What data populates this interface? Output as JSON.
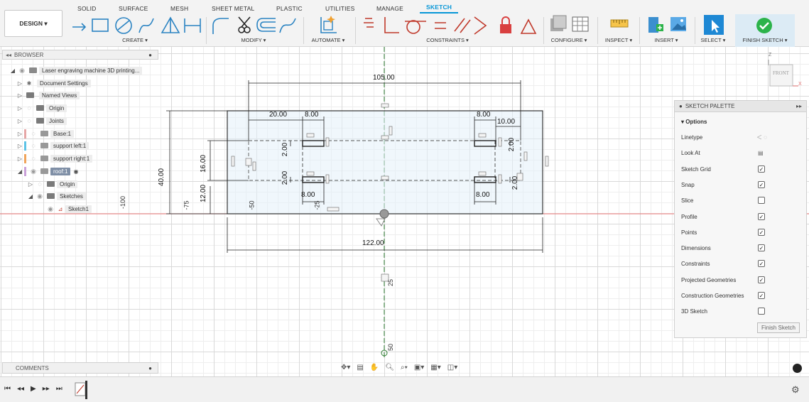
{
  "toolbar": {
    "tabs": [
      "SOLID",
      "SURFACE",
      "MESH",
      "SHEET METAL",
      "PLASTIC",
      "UTILITIES",
      "MANAGE",
      "SKETCH"
    ],
    "active_tab": "SKETCH",
    "workspace_label": "DESIGN ▾",
    "groups": {
      "create": "CREATE ▾",
      "modify": "MODIFY ▾",
      "automate": "AUTOMATE ▾",
      "constraints": "CONSTRAINTS ▾",
      "configure": "CONFIGURE ▾",
      "inspect": "INSPECT ▾",
      "insert": "INSERT ▾",
      "select": "SELECT ▾",
      "finish_sketch": "FINISH SKETCH ▾"
    },
    "accent_color": "#0696d7",
    "finish_color": "#2cb34a"
  },
  "browser": {
    "title": "BROWSER",
    "items": [
      {
        "label": "Laser engraving machine 3D printing...",
        "icon": "document-icon"
      },
      {
        "label": "Document Settings",
        "icon": "gear-icon"
      },
      {
        "label": "Named Views",
        "icon": "folder-icon"
      },
      {
        "label": "Origin",
        "icon": "folder-icon"
      },
      {
        "label": "Joints",
        "icon": "folder-icon"
      },
      {
        "label": "Base:1",
        "icon": "component-icon"
      },
      {
        "label": "support left:1",
        "icon": "component-icon"
      },
      {
        "label": "support right:1",
        "icon": "component-icon"
      },
      {
        "label": "roof:1",
        "icon": "component-icon"
      },
      {
        "label": "Origin",
        "icon": "folder-icon"
      },
      {
        "label": "Sketches",
        "icon": "folder-icon"
      },
      {
        "label": "Sketch1",
        "icon": "sketch-icon"
      }
    ]
  },
  "comments": {
    "title": "COMMENTS"
  },
  "viewcube": {
    "face": "FRONT",
    "axis_z": "Z",
    "axis_x": "X"
  },
  "sketch": {
    "dims": {
      "d105": "105.00",
      "d122": "122.00",
      "d20": "20.00",
      "d8_tl": "8.00",
      "d8_tr": "8.00",
      "d10": "10.00",
      "d40": "40.00",
      "d16": "16.00",
      "d12": "12.00",
      "d2_l1": "2.00",
      "d2_l2": "2.00",
      "d2_r1": "2.00",
      "d2_r2": "2.00",
      "d8_bl": "8.00",
      "d8_br": "8.00"
    },
    "ruler": {
      "n100": "-100",
      "n75": "-75",
      "n50": "-50",
      "n25": "-25",
      "p25": "25",
      "p50": "50"
    }
  },
  "palette": {
    "title": "SKETCH PALETTE",
    "section": "▾ Options",
    "rows": [
      {
        "label": "Linetype",
        "type": "icons"
      },
      {
        "label": "Look At",
        "type": "icon"
      },
      {
        "label": "Sketch Grid",
        "checked": true
      },
      {
        "label": "Snap",
        "checked": true
      },
      {
        "label": "Slice",
        "checked": false
      },
      {
        "label": "Profile",
        "checked": true
      },
      {
        "label": "Points",
        "checked": true
      },
      {
        "label": "Dimensions",
        "checked": true
      },
      {
        "label": "Constraints",
        "checked": true
      },
      {
        "label": "Projected Geometries",
        "checked": true
      },
      {
        "label": "Construction Geometries",
        "checked": true
      },
      {
        "label": "3D Sketch",
        "checked": false
      }
    ],
    "finish_label": "Finish Sketch"
  }
}
